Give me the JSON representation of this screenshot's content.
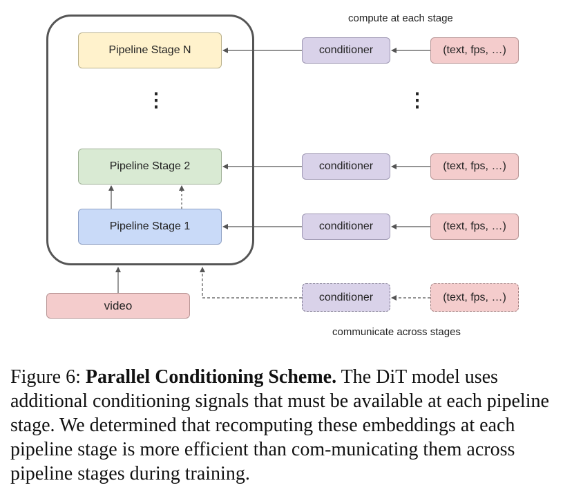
{
  "diagram": {
    "top_label": "compute at each stage",
    "bottom_label": "communicate across stages",
    "stages": {
      "n": "Pipeline Stage N",
      "two": "Pipeline Stage 2",
      "one": "Pipeline Stage 1"
    },
    "input": "video",
    "conditioner_label": "conditioner",
    "signal_label": "(text, fps, …)",
    "ellipsis": "⋮",
    "colors": {
      "stage_n": "#fff2cc",
      "stage_2": "#d9ead3",
      "stage_1": "#c9daf8",
      "conditioner": "#d9d2e9",
      "signal": "#f4cccc",
      "video": "#f4cccc"
    }
  },
  "caption": {
    "prefix": "Figure 6: ",
    "title": "Parallel Conditioning Scheme.",
    "body": "  The DiT model uses additional conditioning signals that must be available at each pipeline stage. We determined that recomputing these embeddings at each pipeline stage is more efficient than com-municating them across pipeline stages during training."
  }
}
